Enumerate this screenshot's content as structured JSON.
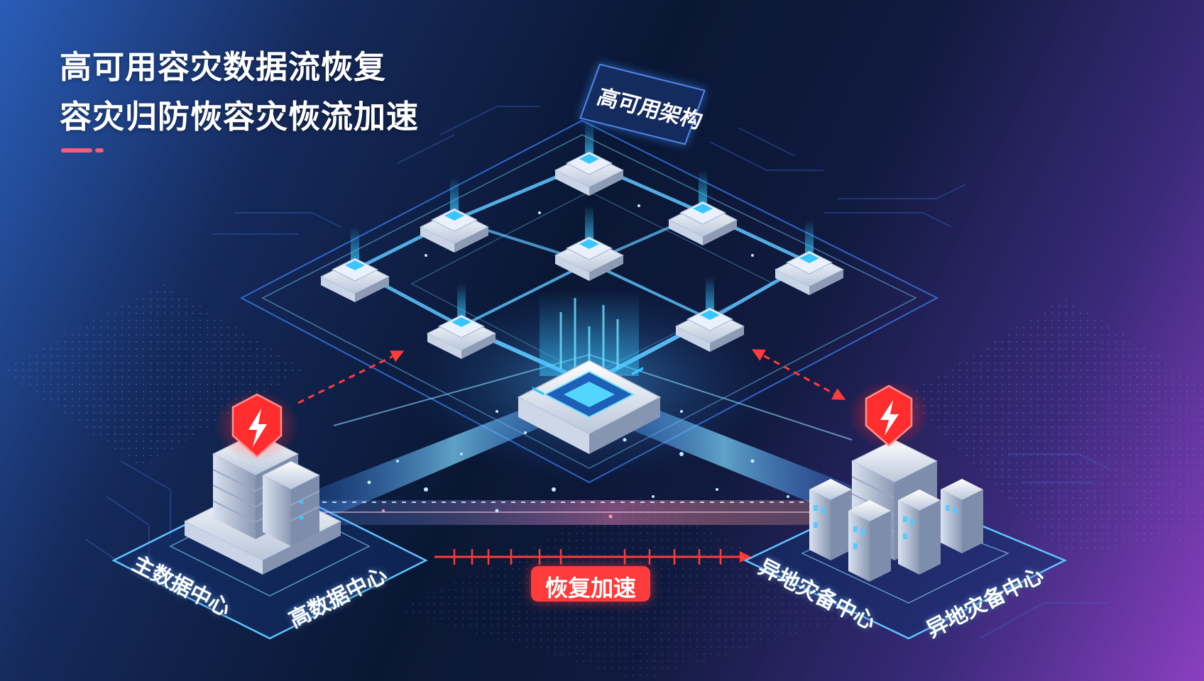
{
  "headline": {
    "line1": "高可用容灾数据流恢复",
    "line2": "容灾归防恢容灾恢流加速"
  },
  "tag_architecture": "高可用架构",
  "speed_badge": "恢复加速",
  "site_labels": {
    "primary_a": "主数据中心",
    "primary_b": "高数据中心",
    "backup_a": "异地灾备中心",
    "backup_b": "异地灾备中心"
  },
  "icons": {
    "shield": "lightning-shield-icon",
    "server": "server-stack-icon",
    "building": "office-building-icon"
  },
  "colors": {
    "accent_red": "#ff3b3b",
    "accent_pink": "#ff5a7a",
    "glow_blue": "#3aa8ff",
    "cyan": "#7fe8ff"
  }
}
